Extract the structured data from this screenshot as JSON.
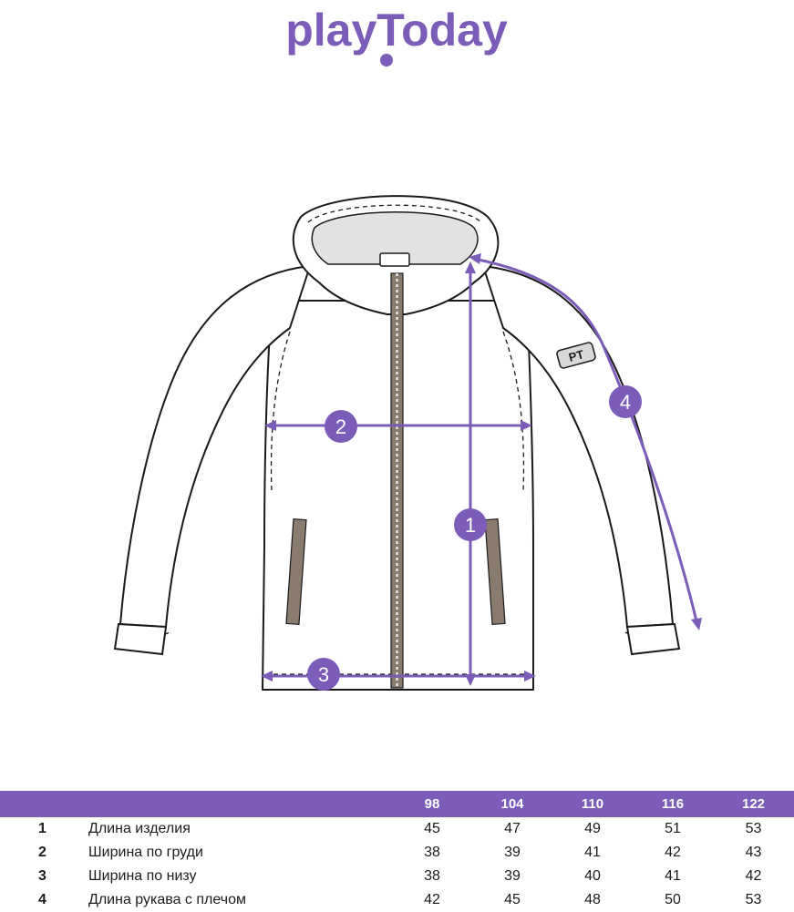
{
  "brand": {
    "logo_text": "playToday",
    "accent_color": "#7b5cb8"
  },
  "markers": [
    {
      "label": "1"
    },
    {
      "label": "2"
    },
    {
      "label": "3"
    },
    {
      "label": "4"
    }
  ],
  "sleeve_patch_text": "PT",
  "size_table": {
    "columns": [
      "",
      "",
      "98",
      "104",
      "110",
      "116",
      "122"
    ],
    "rows": [
      {
        "num": "1",
        "name": "Длина изделия",
        "values": [
          "45",
          "47",
          "49",
          "51",
          "53"
        ]
      },
      {
        "num": "2",
        "name": "Ширина по груди",
        "values": [
          "38",
          "39",
          "41",
          "42",
          "43"
        ]
      },
      {
        "num": "3",
        "name": "Ширина по низу",
        "values": [
          "38",
          "39",
          "40",
          "41",
          "42"
        ]
      },
      {
        "num": "4",
        "name": "Длина рукава с плечом",
        "values": [
          "42",
          "45",
          "48",
          "50",
          "53"
        ]
      }
    ]
  }
}
